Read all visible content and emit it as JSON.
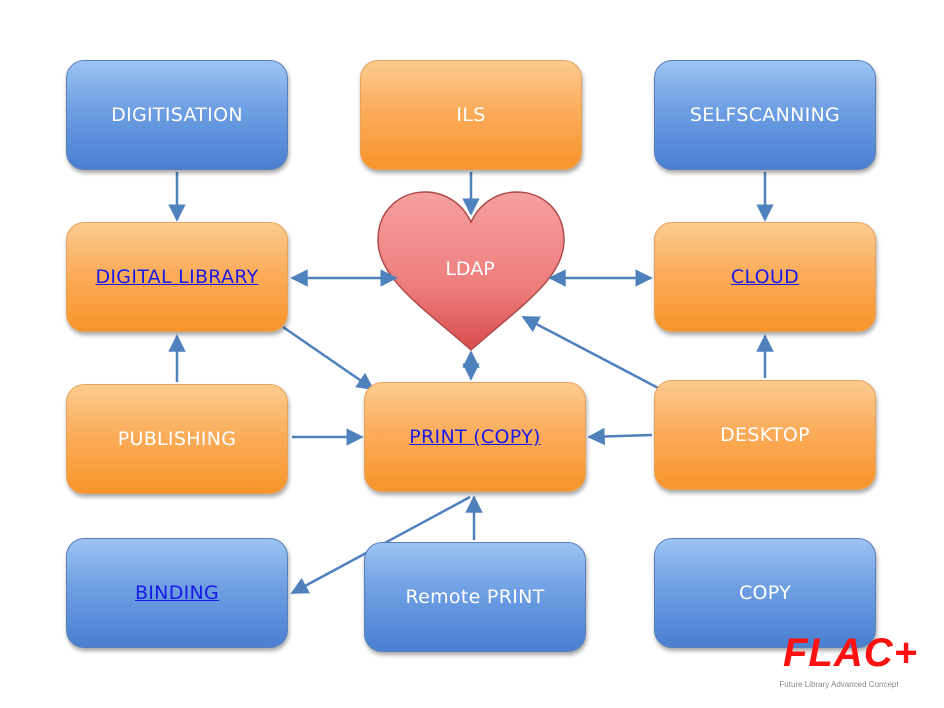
{
  "nodes": {
    "digitisation": "DIGITISATION",
    "ils": "ILS",
    "selfscanning": "SELFSCANNING",
    "digital_library": "DIGITAL LIBRARY",
    "ldap": "LDAP",
    "cloud": "CLOUD",
    "publishing": "PUBLISHING",
    "print_copy": "PRINT (COPY)",
    "desktop": "DESKTOP",
    "binding": "BINDING",
    "remote_print": "Remote PRINT",
    "copy": "COPY"
  },
  "logo": {
    "text": "FLAC+",
    "tagline": "Future Library Advanced Concept",
    "color": "#ff1111"
  },
  "colors": {
    "blue_node": "#6e9fe3",
    "orange_node": "#fbad5c",
    "heart": "#f08080",
    "arrow": "#4f81bd",
    "link": "#1a1ae8"
  }
}
